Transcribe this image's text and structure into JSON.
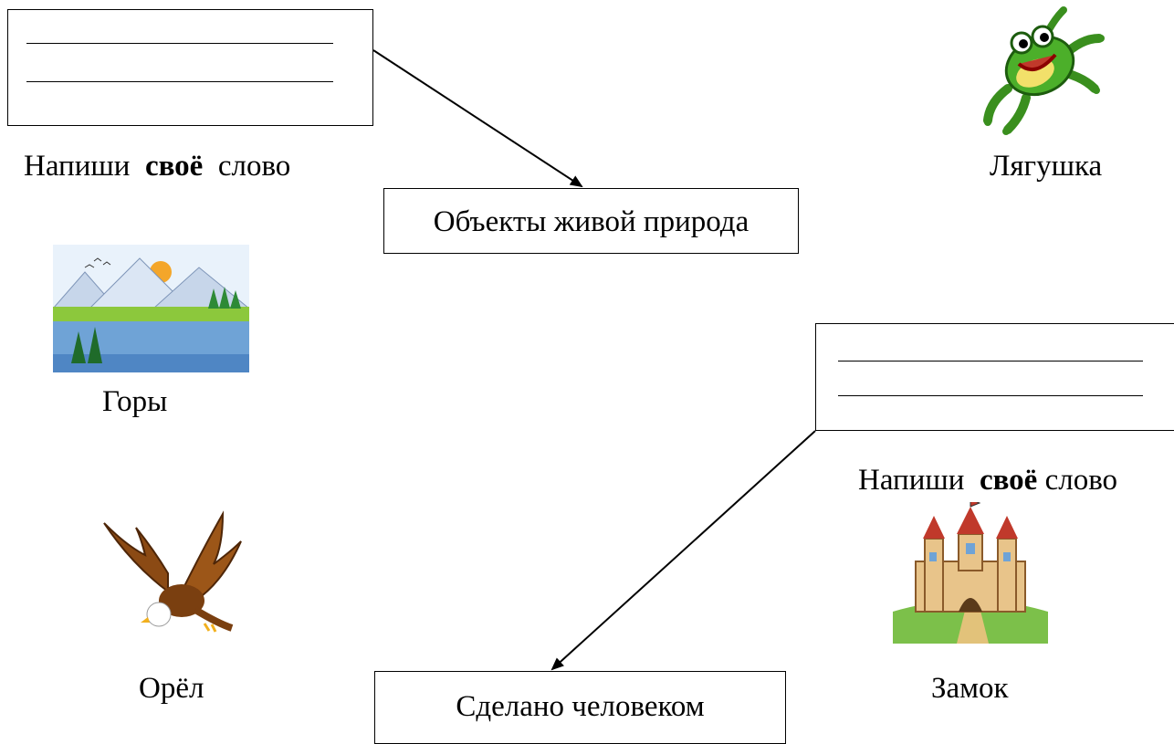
{
  "top_left_box": {
    "caption": {
      "prefix": "Напиши",
      "bold": "своё",
      "suffix": "слово"
    }
  },
  "top_right_box": {
    "caption": {
      "prefix": "Напиши",
      "bold": "своё",
      "suffix": "слово"
    }
  },
  "category_living": "Объекты живой природа",
  "category_manmade": "Сделано человеком",
  "pictures": {
    "frog": "Лягушка",
    "mountains": "Горы",
    "eagle": "Орёл",
    "castle": "Замок"
  }
}
